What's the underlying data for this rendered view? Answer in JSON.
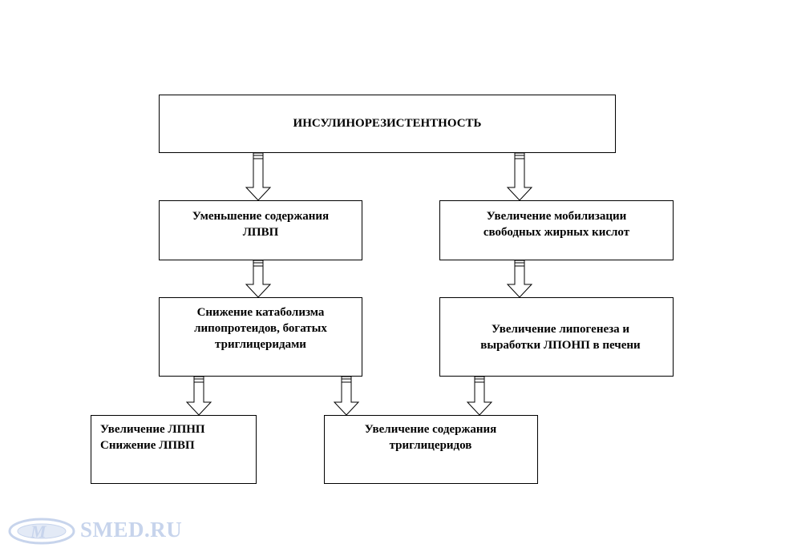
{
  "diagram": {
    "nodes": {
      "insulin_resistance": "ИНСУЛИНОРЕЗИСТЕНТНОСТЬ",
      "hdl_decrease": "Уменьшение содержания\nЛПВП",
      "ffa_mobilization": "Увеличение  мобилизации\nсвободных жирных кислот",
      "catabolism_decrease": "Снижение катаболизма\nлипопротеидов, богатых\nтриглицеридами",
      "lipogenesis_increase": "Увеличение липогенеза и\nвыработки ЛПОНП в печени",
      "ldl_hdl": "Увеличение ЛПНП\nСнижение ЛПВП",
      "triglycerides_increase": "Увеличение содержания\nтриглицеридов"
    },
    "edges": [
      [
        "insulin_resistance",
        "hdl_decrease"
      ],
      [
        "insulin_resistance",
        "ffa_mobilization"
      ],
      [
        "hdl_decrease",
        "catabolism_decrease"
      ],
      [
        "ffa_mobilization",
        "lipogenesis_increase"
      ],
      [
        "catabolism_decrease",
        "ldl_hdl"
      ],
      [
        "catabolism_decrease",
        "triglycerides_increase"
      ],
      [
        "lipogenesis_increase",
        "triglycerides_increase"
      ]
    ]
  },
  "watermark": {
    "text": "SMED.RU",
    "color": "#c7d4ec"
  }
}
